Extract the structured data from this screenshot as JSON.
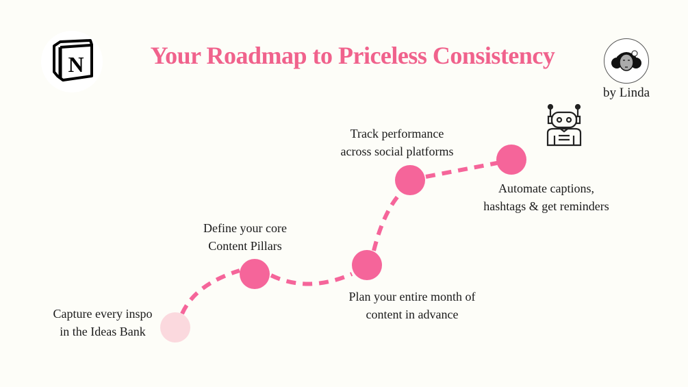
{
  "title": "Your Roadmap to Priceless Consistency",
  "author": "by Linda",
  "colors": {
    "accent": "#f0628c",
    "dot": "#f5659a",
    "dot_first": "#fbd9de"
  },
  "steps": [
    {
      "line1": "Capture every inspo",
      "line2": "in the Ideas Bank"
    },
    {
      "line1": "Define your core",
      "line2": "Content Pillars"
    },
    {
      "line1": "Plan your entire month of",
      "line2": "content in advance"
    },
    {
      "line1": "Track performance",
      "line2": "across social platforms"
    },
    {
      "line1": "Automate captions,",
      "line2": "hashtags & get reminders"
    }
  ],
  "icons": [
    "notion-logo",
    "avatar-illustration",
    "robot-icon"
  ]
}
